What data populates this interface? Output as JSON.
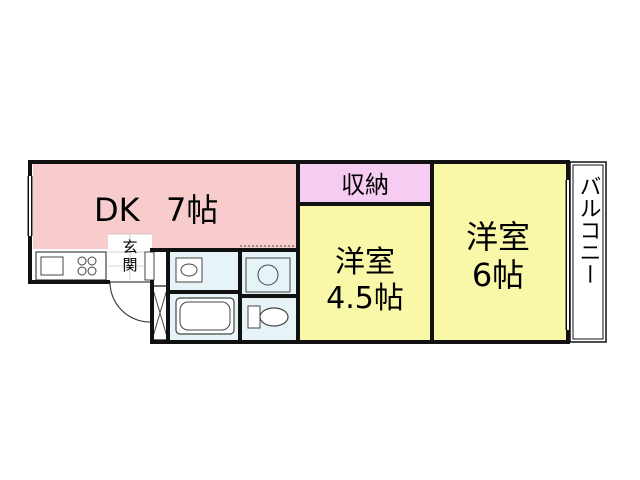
{
  "rooms": {
    "dk": {
      "name": "DK",
      "size": "7帖",
      "color": "#f8cccc"
    },
    "storage": {
      "label": "収納",
      "color": "#f6ccf2"
    },
    "western_a": {
      "name": "洋室",
      "size": "4.5帖",
      "color": "#f8f8a8"
    },
    "western_b": {
      "name": "洋室",
      "size": "6帖",
      "color": "#f8f8a8"
    },
    "entrance": {
      "line1": "玄",
      "line2": "関"
    },
    "wet_area_color": "#e6f4f8",
    "balcony": {
      "label": "バルコニー"
    }
  },
  "colors": {
    "wall": "#111111",
    "fixture": "#666666"
  }
}
